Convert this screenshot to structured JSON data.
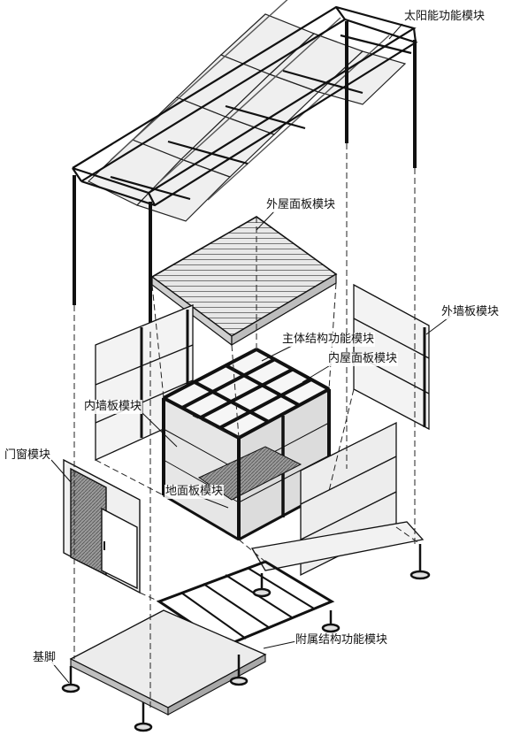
{
  "labels": {
    "solar": "太阳能功能模块",
    "outer_roof": "外屋面板模块",
    "outer_wall": "外墙板模块",
    "main_structure": "主体结构功能模块",
    "inner_roof": "内屋面板模块",
    "inner_wall": "内墙板模块",
    "door_window": "门窗模块",
    "floor_panel": "地面板模块",
    "auxiliary_structure": "附属结构功能模块",
    "foundation_foot": "基脚"
  },
  "colors": {
    "line": "#111111",
    "panel_fill": "#f1f1f1",
    "panel_fill_dark": "#d9d9d9",
    "frame_fill": "#2b2b2b",
    "glass_fill": "#bdbdbd"
  }
}
